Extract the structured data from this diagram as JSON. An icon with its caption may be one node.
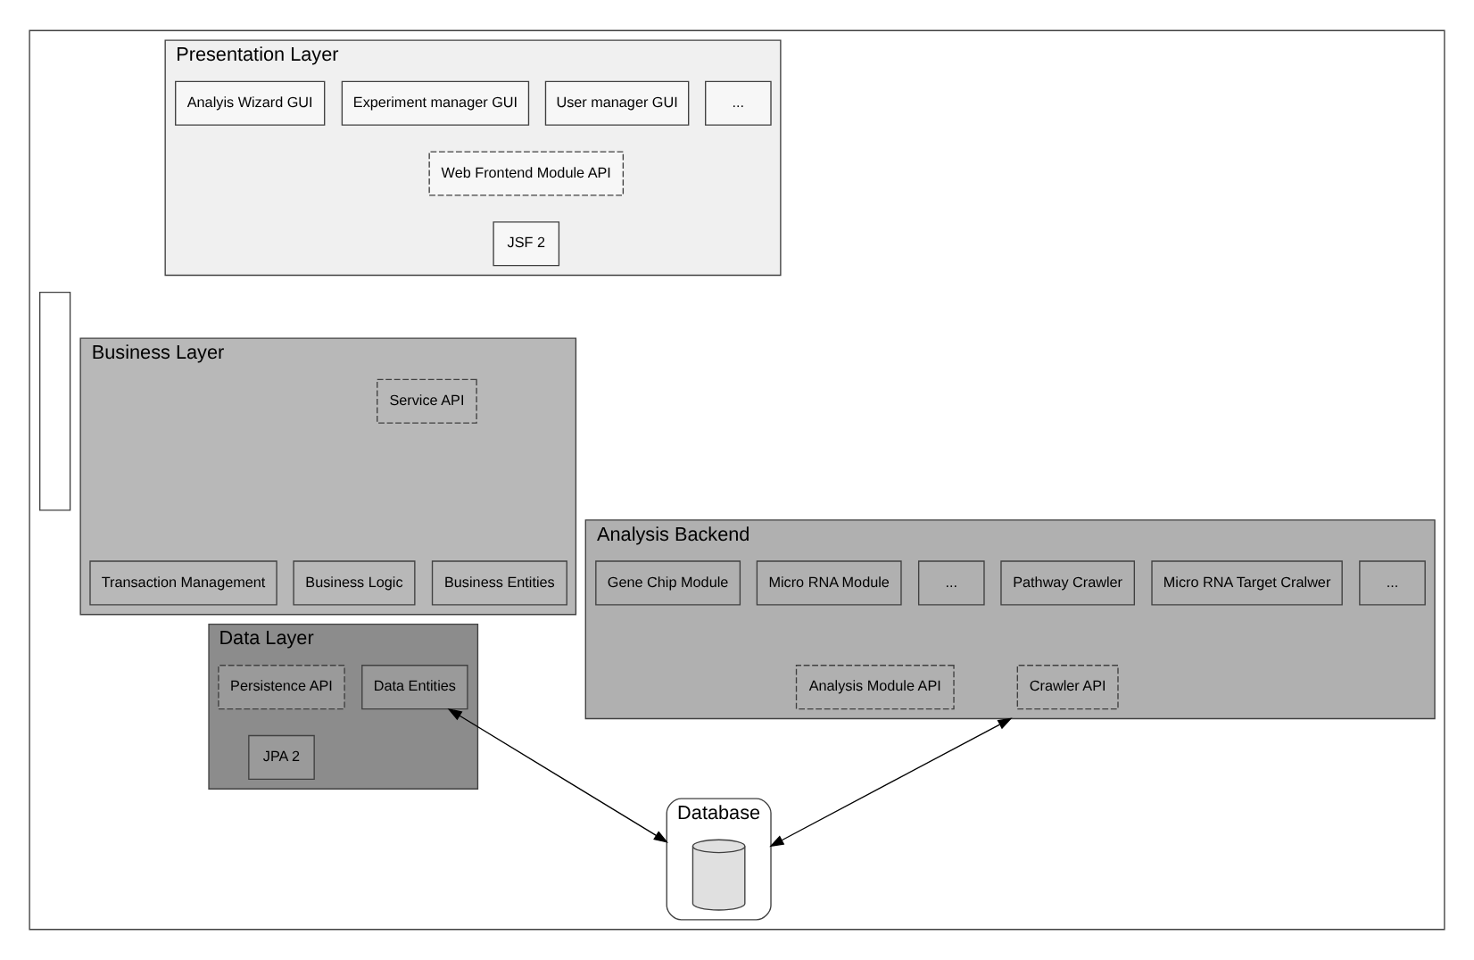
{
  "diagram": {
    "nodes": [
      {
        "text": [],
        "shape": "box"
      },
      {
        "text": [],
        "shape": "bar",
        "in": 0
      },
      {
        "text": [
          "Presentation Layer"
        ],
        "in": 0
      },
      {
        "text": [
          "Analyis Wizard GUI"
        ],
        "in": 2
      },
      {
        "text": [
          "Experiment manager GUI"
        ],
        "in": 2
      },
      {
        "text": [
          "User manager GUI"
        ],
        "in": 2
      },
      {
        "text": [
          "..."
        ],
        "in": 2
      },
      {
        "text": [
          "Web Frontend Module API"
        ],
        "in": 2
      },
      {
        "text": [
          "JSF 2"
        ],
        "in": 2
      },
      {
        "text": [
          "Business Layer"
        ],
        "in": 0
      },
      {
        "text": [
          "Service API"
        ],
        "in": 9
      },
      {
        "text": [
          "Transaction Management"
        ],
        "in": 9
      },
      {
        "text": [
          "Business Logic"
        ],
        "in": 9
      },
      {
        "text": [
          "Business Entities"
        ],
        "in": 9
      },
      {
        "text": [
          "Analysis Backend"
        ],
        "in": 0
      },
      {
        "text": [
          "Gene Chip Module"
        ],
        "in": 14
      },
      {
        "text": [
          "Micro RNA Module"
        ],
        "in": 14
      },
      {
        "text": [
          "..."
        ],
        "in": 14
      },
      {
        "text": [
          "Pathway Crawler"
        ],
        "in": 14
      },
      {
        "text": [
          "Micro RNA Target Cralwer"
        ],
        "in": 14
      },
      {
        "text": [
          "..."
        ],
        "in": 14
      },
      {
        "text": [
          "Analysis Module API"
        ],
        "in": 14
      },
      {
        "text": [
          "Crawler API"
        ],
        "in": 14
      },
      {
        "text": [
          "Data Layer"
        ],
        "in": 0
      },
      {
        "text": [
          "Persistence API"
        ],
        "in": 23
      },
      {
        "text": [
          "JPA 2"
        ],
        "in": 23
      },
      {
        "text": [
          "Data Entities"
        ],
        "in": 23
      },
      {
        "text": [
          "Database"
        ],
        "in": 0
      },
      {
        "text": [],
        "shape": "cylinder",
        "in": 27
      }
    ],
    "edges": [
      {
        "from": 14,
        "to": 27,
        "arrow": "both"
      },
      {
        "from": 26,
        "to": 27,
        "arrow": "both"
      }
    ]
  }
}
